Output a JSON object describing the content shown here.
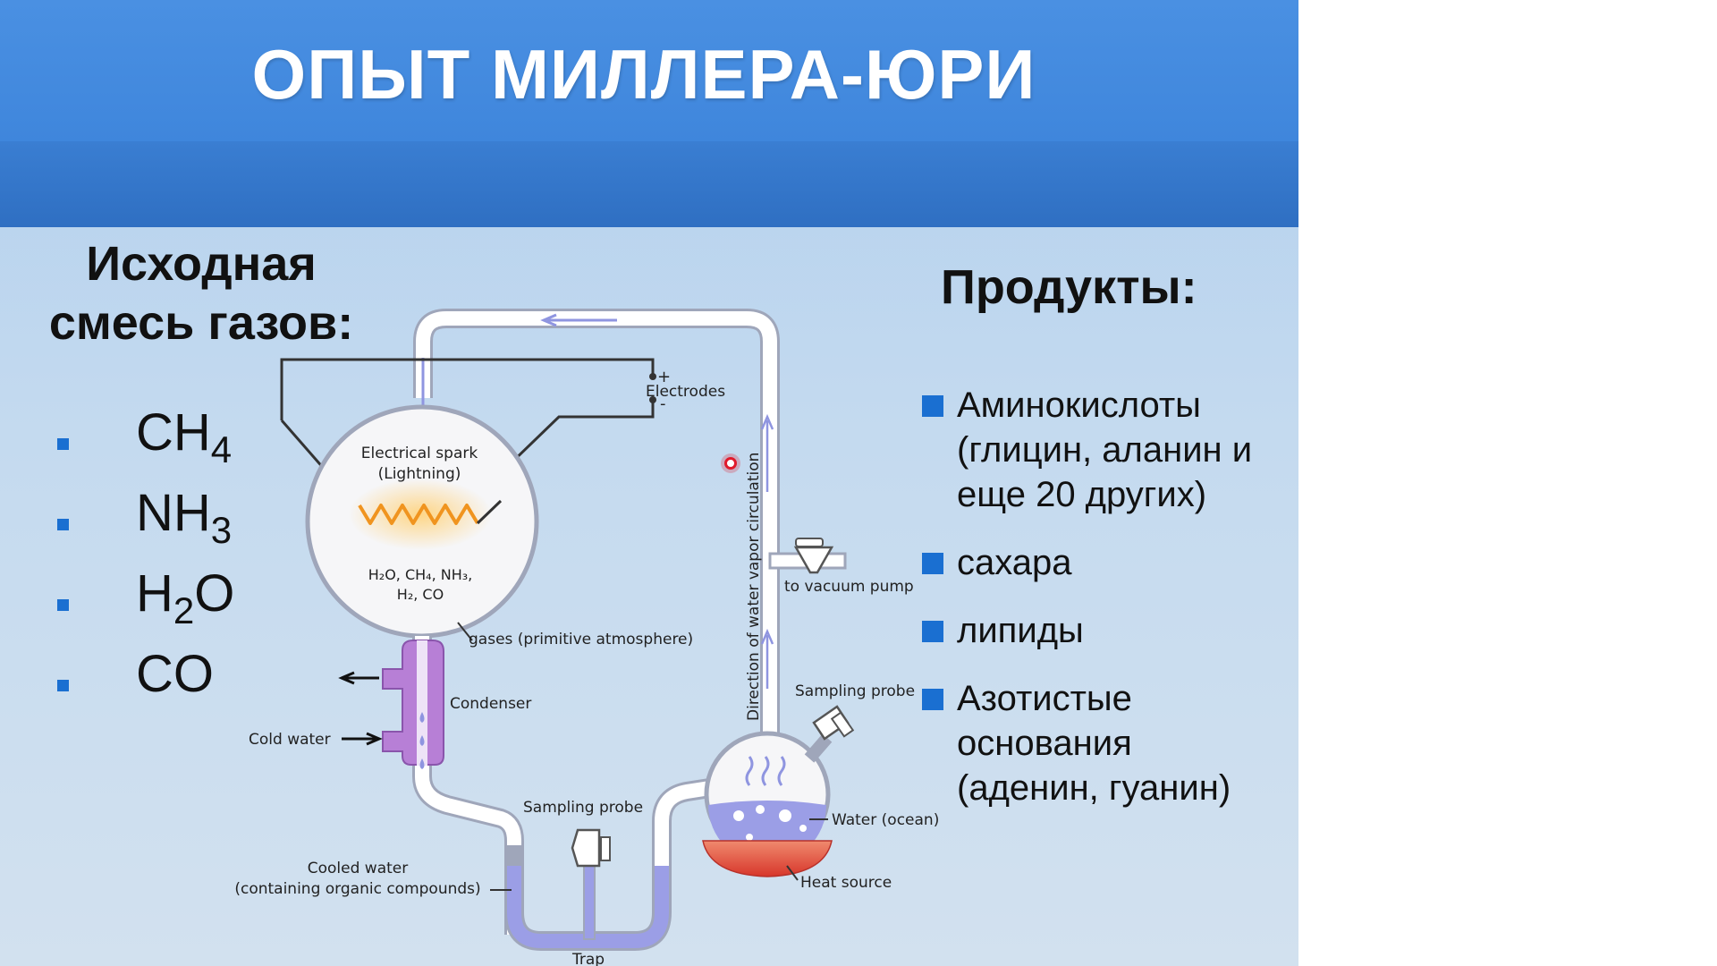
{
  "slide": {
    "title": "ОПЫТ МИЛЛЕРА-ЮРИ",
    "left_heading_line1": "Исходная",
    "left_heading_line2": "смесь газов:",
    "gases": [
      {
        "base": "CH",
        "sub": "4"
      },
      {
        "base": "NH",
        "sub": "3"
      },
      {
        "base": "H",
        "sub": "2",
        "rest": "O"
      },
      {
        "base": "CO",
        "sub": ""
      }
    ],
    "right_heading": "Продукты:",
    "products": [
      {
        "lines": [
          "Аминокислоты",
          "(глицин, аланин и",
          "еще 20 других)"
        ]
      },
      {
        "lines": [
          "сахара"
        ]
      },
      {
        "lines": [
          "липиды"
        ]
      },
      {
        "lines": [
          "Азотистые",
          "основания",
          "(аденин, гуанин)"
        ]
      }
    ]
  },
  "diagram": {
    "electrodes": "Electrodes",
    "plus": "+",
    "minus": "-",
    "spark_line1": "Electrical spark",
    "spark_line2": "(Lightning)",
    "gas_mix_line1": "H₂O, CH₄, NH₃,",
    "gas_mix_line2": "H₂, CO",
    "gases_label": "gases (primitive atmosphere)",
    "condenser": "Condenser",
    "cold_water": "Cold water",
    "sampling_probe_left": "Sampling probe",
    "cooled_water_line1": "Cooled water",
    "cooled_water_line2": "(containing organic compounds)",
    "trap": "Trap",
    "vapor_circulation": "Direction of water vapor circulation",
    "vacuum_pump": "to vacuum pump",
    "sampling_probe_right": "Sampling probe",
    "water_ocean": "Water (ocean)",
    "heat_source": "Heat source"
  },
  "colors": {
    "banner_top": "#4a90e2",
    "banner_bottom": "#2f6fc2",
    "bullet": "#1a6fd1",
    "tube_liquid": "#9b9ee6",
    "condenser": "#b77fd6",
    "spark": "#f0941f",
    "heat": "#e24b3a",
    "pointer": "#e01a2b"
  }
}
